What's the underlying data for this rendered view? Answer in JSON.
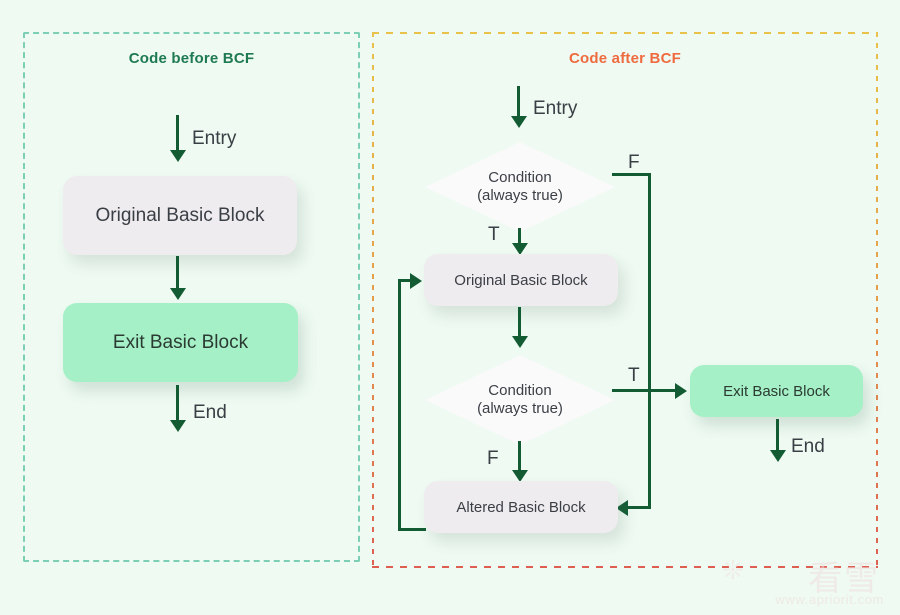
{
  "figure": {
    "background_color": "#eefaf2",
    "arrow_color": "#135c33",
    "node_gray_color": "#efecef",
    "node_green_color": "#a5f0c6",
    "diamond_color": "#fbfafb"
  },
  "panels": {
    "before": {
      "title": "Code before BCF",
      "title_color": "#1f7a52",
      "border_color": "#7ccfb4"
    },
    "after": {
      "title": "Code after BCF",
      "title_color": "#ef6b3f",
      "border_color_top": "#e8c24a",
      "border_color_bottom": "#e0675c"
    }
  },
  "before_flow": {
    "nodes": [
      {
        "id": "original",
        "label": "Original Basic Block",
        "kind": "process"
      },
      {
        "id": "exit",
        "label": "Exit Basic Block",
        "kind": "terminal"
      }
    ],
    "edges": [
      {
        "from": "entry",
        "to": "original",
        "label": "Entry"
      },
      {
        "from": "original",
        "to": "exit",
        "label": ""
      },
      {
        "from": "exit",
        "to": "end",
        "label": "End"
      }
    ]
  },
  "after_flow": {
    "nodes": [
      {
        "id": "cond1",
        "label_line1": "Condition",
        "label_line2": "(always true)",
        "kind": "decision"
      },
      {
        "id": "original",
        "label": "Original Basic Block",
        "kind": "process"
      },
      {
        "id": "cond2",
        "label_line1": "Condition",
        "label_line2": "(always true)",
        "kind": "decision"
      },
      {
        "id": "altered",
        "label": "Altered Basic Block",
        "kind": "process"
      },
      {
        "id": "exit",
        "label": "Exit Basic Block",
        "kind": "terminal"
      }
    ],
    "edges": [
      {
        "from": "entry",
        "to": "cond1",
        "label": "Entry"
      },
      {
        "from": "cond1",
        "to": "original",
        "label": "T"
      },
      {
        "from": "cond1",
        "to": "altered",
        "label": "F"
      },
      {
        "from": "original",
        "to": "cond2",
        "label": ""
      },
      {
        "from": "cond2",
        "to": "exit",
        "label": "T"
      },
      {
        "from": "cond2",
        "to": "altered",
        "label": "F"
      },
      {
        "from": "altered",
        "to": "original",
        "label": ""
      },
      {
        "from": "exit",
        "to": "end",
        "label": "End"
      }
    ]
  },
  "watermark": {
    "url": "www.apriorit.com",
    "cjk": "看雪"
  }
}
